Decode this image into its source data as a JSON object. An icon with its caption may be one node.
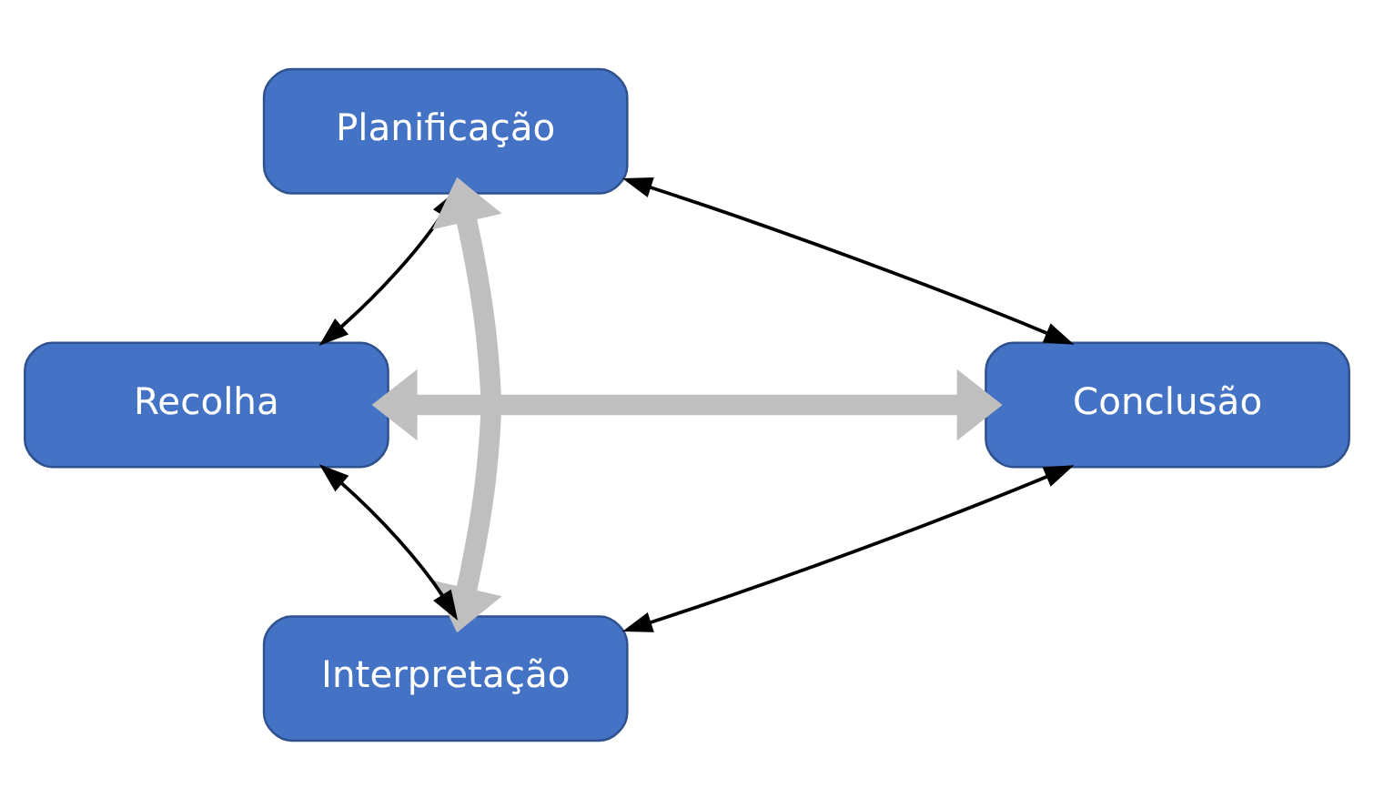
{
  "diagram": {
    "nodes": [
      {
        "text": [
          "Planificação"
        ]
      },
      {
        "text": [
          "Recolha"
        ]
      },
      {
        "text": [
          "Interpretação"
        ]
      },
      {
        "text": [
          "Conclusão"
        ]
      }
    ],
    "edges": [
      {
        "from": 3,
        "to": 0,
        "arrow": "both"
      },
      {
        "from": 0,
        "to": 1,
        "arrow": "both"
      },
      {
        "from": 1,
        "to": 2,
        "arrow": "both"
      },
      {
        "from": 2,
        "to": 3,
        "arrow": "both"
      },
      {
        "from": 0,
        "to": 2,
        "arrow": "both",
        "style": "thick",
        "color": "#bfbfbf"
      },
      {
        "from": 3,
        "to": 1,
        "arrow": "both",
        "style": "thick",
        "color": "#bfbfbf"
      }
    ]
  }
}
